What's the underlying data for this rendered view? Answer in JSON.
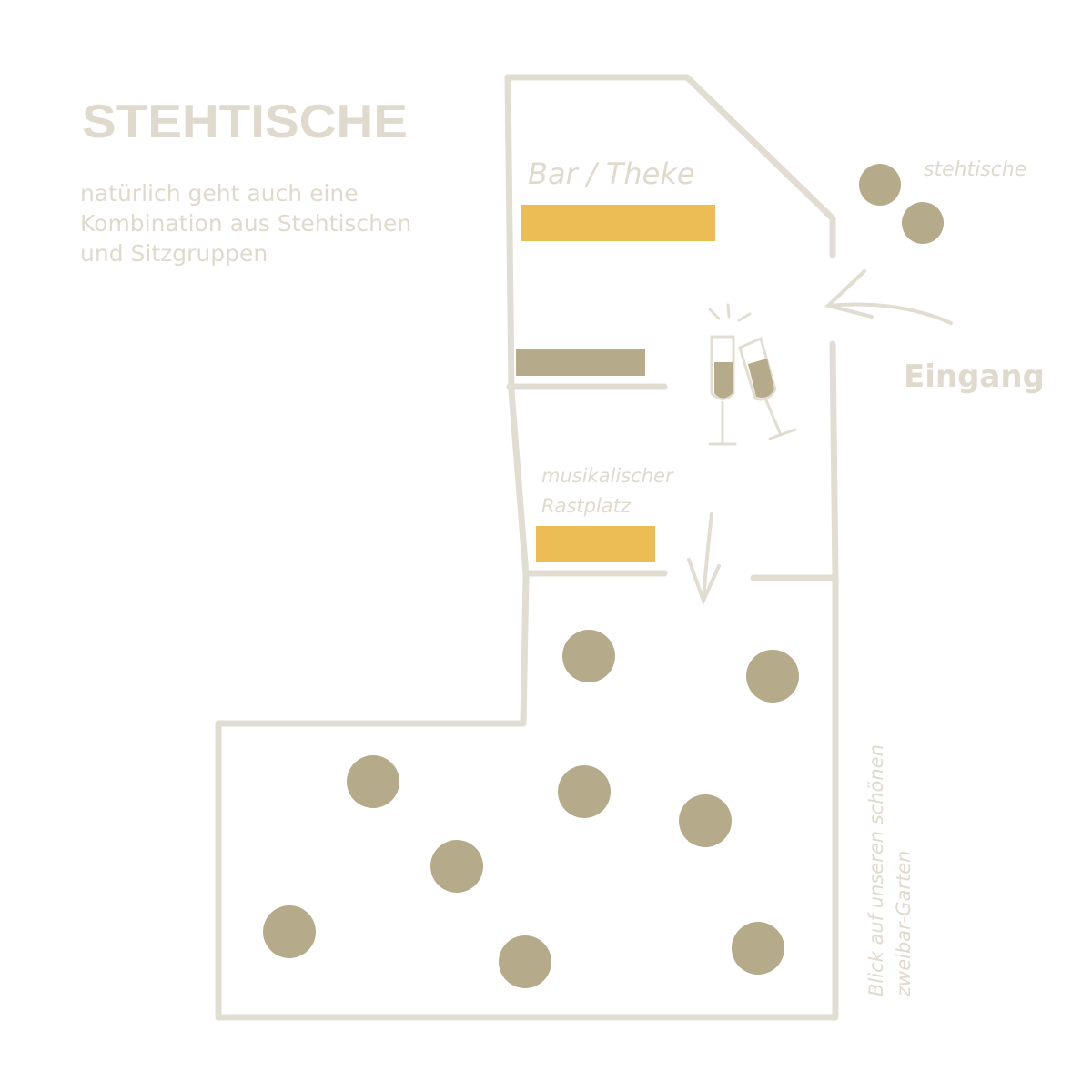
{
  "title": "STEHTISCHE",
  "description": [
    "natürlich geht auch eine",
    "Kombination aus Stehtischen",
    "und Sitzgruppen"
  ],
  "labels": {
    "bar": "Bar / Theke",
    "stehtische": "stehtische",
    "entrance": "Eingang",
    "music_line1": "musikalischer",
    "music_line2": "Rastplatz",
    "garden_line1": "Blick auf unseren schönen",
    "garden_line2": "zweibar-Garten"
  },
  "colors": {
    "wall": "#e2ddd2",
    "table": "#b5aa8a",
    "counter": "#ecbd55",
    "text": "#e0dace"
  }
}
